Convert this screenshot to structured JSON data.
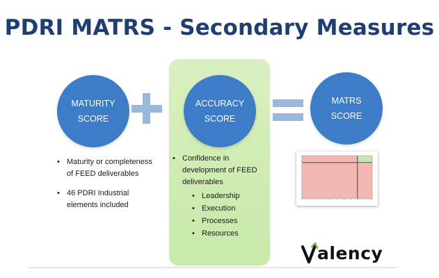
{
  "title": "PDRI MATRS - Secondary Measures",
  "circles": {
    "maturity": {
      "line1": "MATURITY",
      "line2": "SCORE"
    },
    "accuracy": {
      "line1": "ACCURACY",
      "line2": "SCORE"
    },
    "matrs": {
      "line1": "MATRS",
      "line2": "SCORE"
    }
  },
  "operators": {
    "plus": "plus",
    "equals": "equals"
  },
  "left_bullets": [
    "Maturity or completeness of FEED deliverables",
    "46 PDRI Industrial elements included"
  ],
  "center_bullets": {
    "main": "Confidence in development of FEED deliverables",
    "sub": [
      "Leadership",
      "Execution",
      "Processes",
      "Resources"
    ]
  },
  "thumbnail": {
    "icon": "matrs-chart-thumbnail",
    "colors": {
      "red_zone": "#f4b6b0",
      "green_zone": "#c6e6b5",
      "grid": "#e8c2bf"
    },
    "accuracy_fraction": 0.79,
    "maturity_fraction": 0.16
  },
  "logo": {
    "text_first": "V",
    "text_rest": "alency"
  },
  "colors": {
    "title": "#1f3f73",
    "circle": "#3d7cc7",
    "operator": "#98b9dd",
    "panel": "#d3edb7"
  }
}
